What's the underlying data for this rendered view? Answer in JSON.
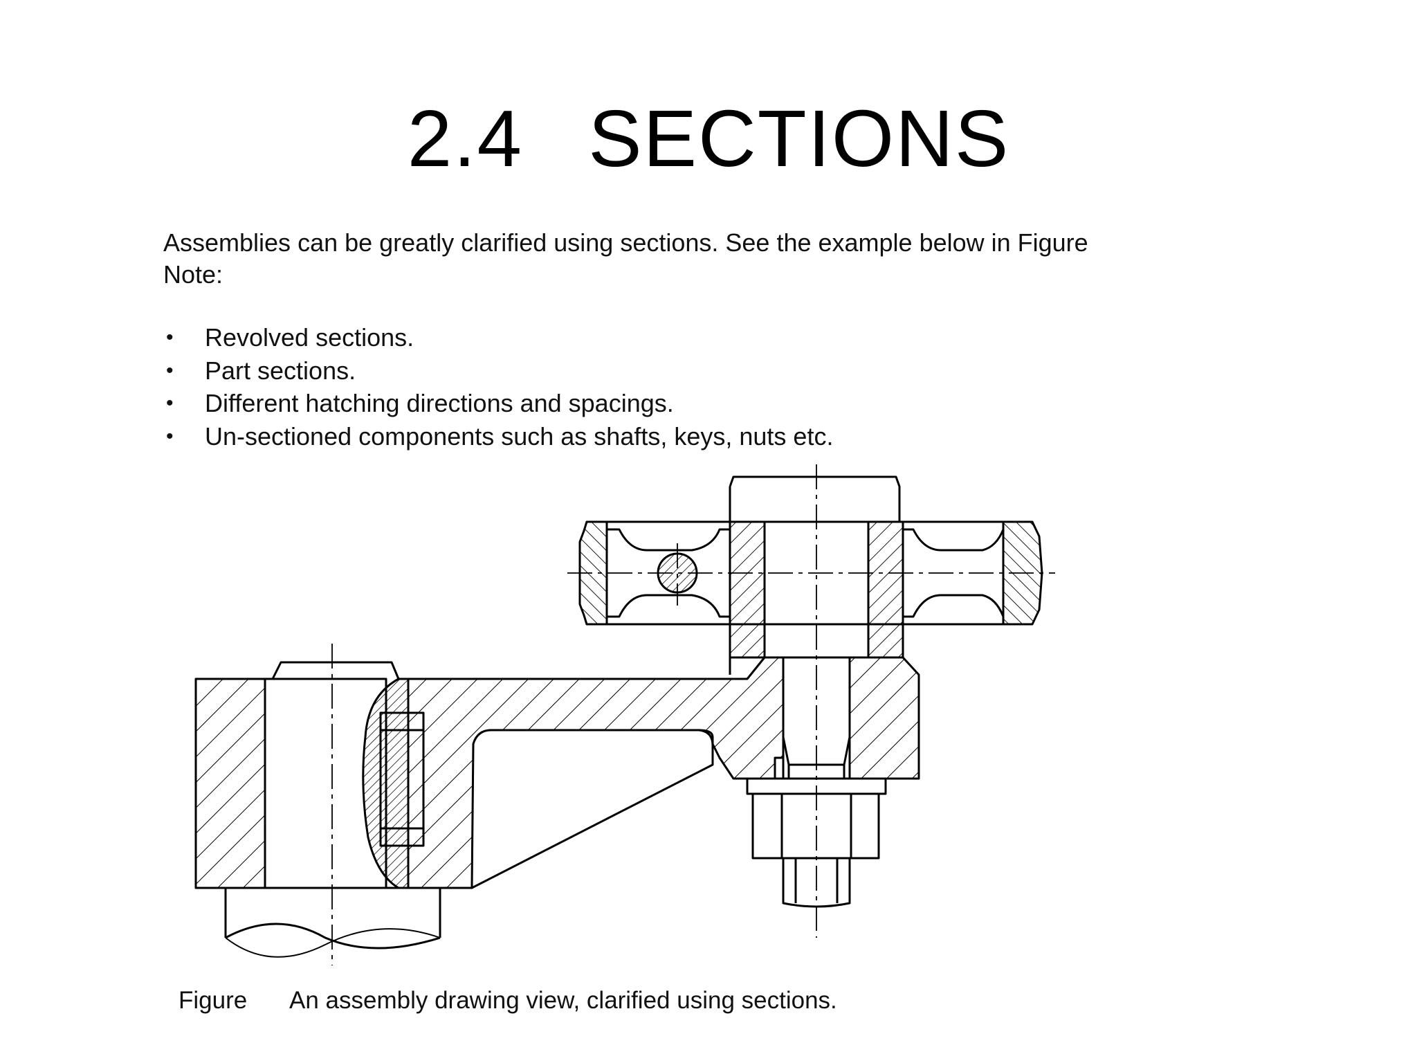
{
  "slide": {
    "title": "2.4   SECTIONS"
  },
  "intro": {
    "line1": "Assemblies can be greatly clarified using sections.  See the example below in Figure",
    "line2": "Note:"
  },
  "bullets": [
    "Revolved sections.",
    "Part sections.",
    "Different hatching directions and spacings.",
    "Un-sectioned components such as shafts, keys, nuts etc."
  ],
  "bullet_symbol": "•",
  "figure": {
    "caption_label": "Figure",
    "caption_text": "An assembly drawing view, clarified using sections."
  }
}
